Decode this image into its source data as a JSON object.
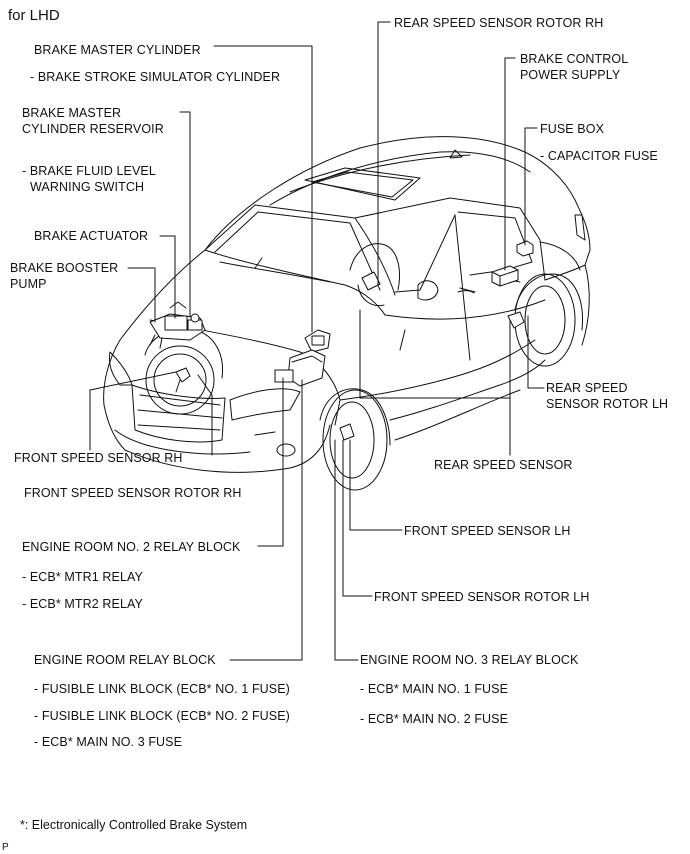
{
  "title": "for LHD",
  "labels": {
    "brake_master_cylinder": "BRAKE MASTER CYLINDER",
    "brake_stroke_simulator": "- BRAKE STROKE SIMULATOR CYLINDER",
    "brake_master_reservoir_1": "BRAKE MASTER",
    "brake_master_reservoir_2": "CYLINDER RESERVOIR",
    "brake_fluid_switch_1": "- BRAKE FLUID LEVEL",
    "brake_fluid_switch_2": "WARNING SWITCH",
    "brake_actuator": "BRAKE ACTUATOR",
    "brake_booster_1": "BRAKE BOOSTER",
    "brake_booster_2": "PUMP",
    "front_speed_sensor_rh": "FRONT SPEED SENSOR RH",
    "front_speed_sensor_rotor_rh": "FRONT SPEED SENSOR ROTOR RH",
    "engine_room_no2_relay_block": "ENGINE ROOM NO. 2 RELAY BLOCK",
    "ecb_mtr1_relay": "- ECB* MTR1 RELAY",
    "ecb_mtr2_relay": "- ECB* MTR2 RELAY",
    "engine_room_relay_block": "ENGINE ROOM RELAY BLOCK",
    "fusible_link_1": "- FUSIBLE LINK BLOCK (ECB* NO. 1 FUSE)",
    "fusible_link_2": "- FUSIBLE LINK BLOCK (ECB* NO. 2 FUSE)",
    "ecb_main_no3": "- ECB* MAIN NO. 3 FUSE",
    "rear_speed_sensor_rotor_rh": "REAR SPEED SENSOR ROTOR RH",
    "brake_control_power_1": "BRAKE CONTROL",
    "brake_control_power_2": "POWER SUPPLY",
    "fuse_box": "FUSE BOX",
    "capacitor_fuse": "- CAPACITOR FUSE",
    "rear_speed_sensor_rotor_lh_1": "REAR SPEED",
    "rear_speed_sensor_rotor_lh_2": "SENSOR ROTOR LH",
    "rear_speed_sensor": "REAR SPEED SENSOR",
    "front_speed_sensor_lh": "FRONT SPEED SENSOR LH",
    "front_speed_sensor_rotor_lh": "FRONT SPEED SENSOR ROTOR LH",
    "engine_room_no3_relay_block": "ENGINE ROOM NO. 3 RELAY BLOCK",
    "ecb_main_no1": "- ECB* MAIN NO. 1 FUSE",
    "ecb_main_no2": "- ECB* MAIN NO. 2 FUSE"
  },
  "footnote": "*: Electronically Controlled Brake System",
  "corner_mark": "P"
}
